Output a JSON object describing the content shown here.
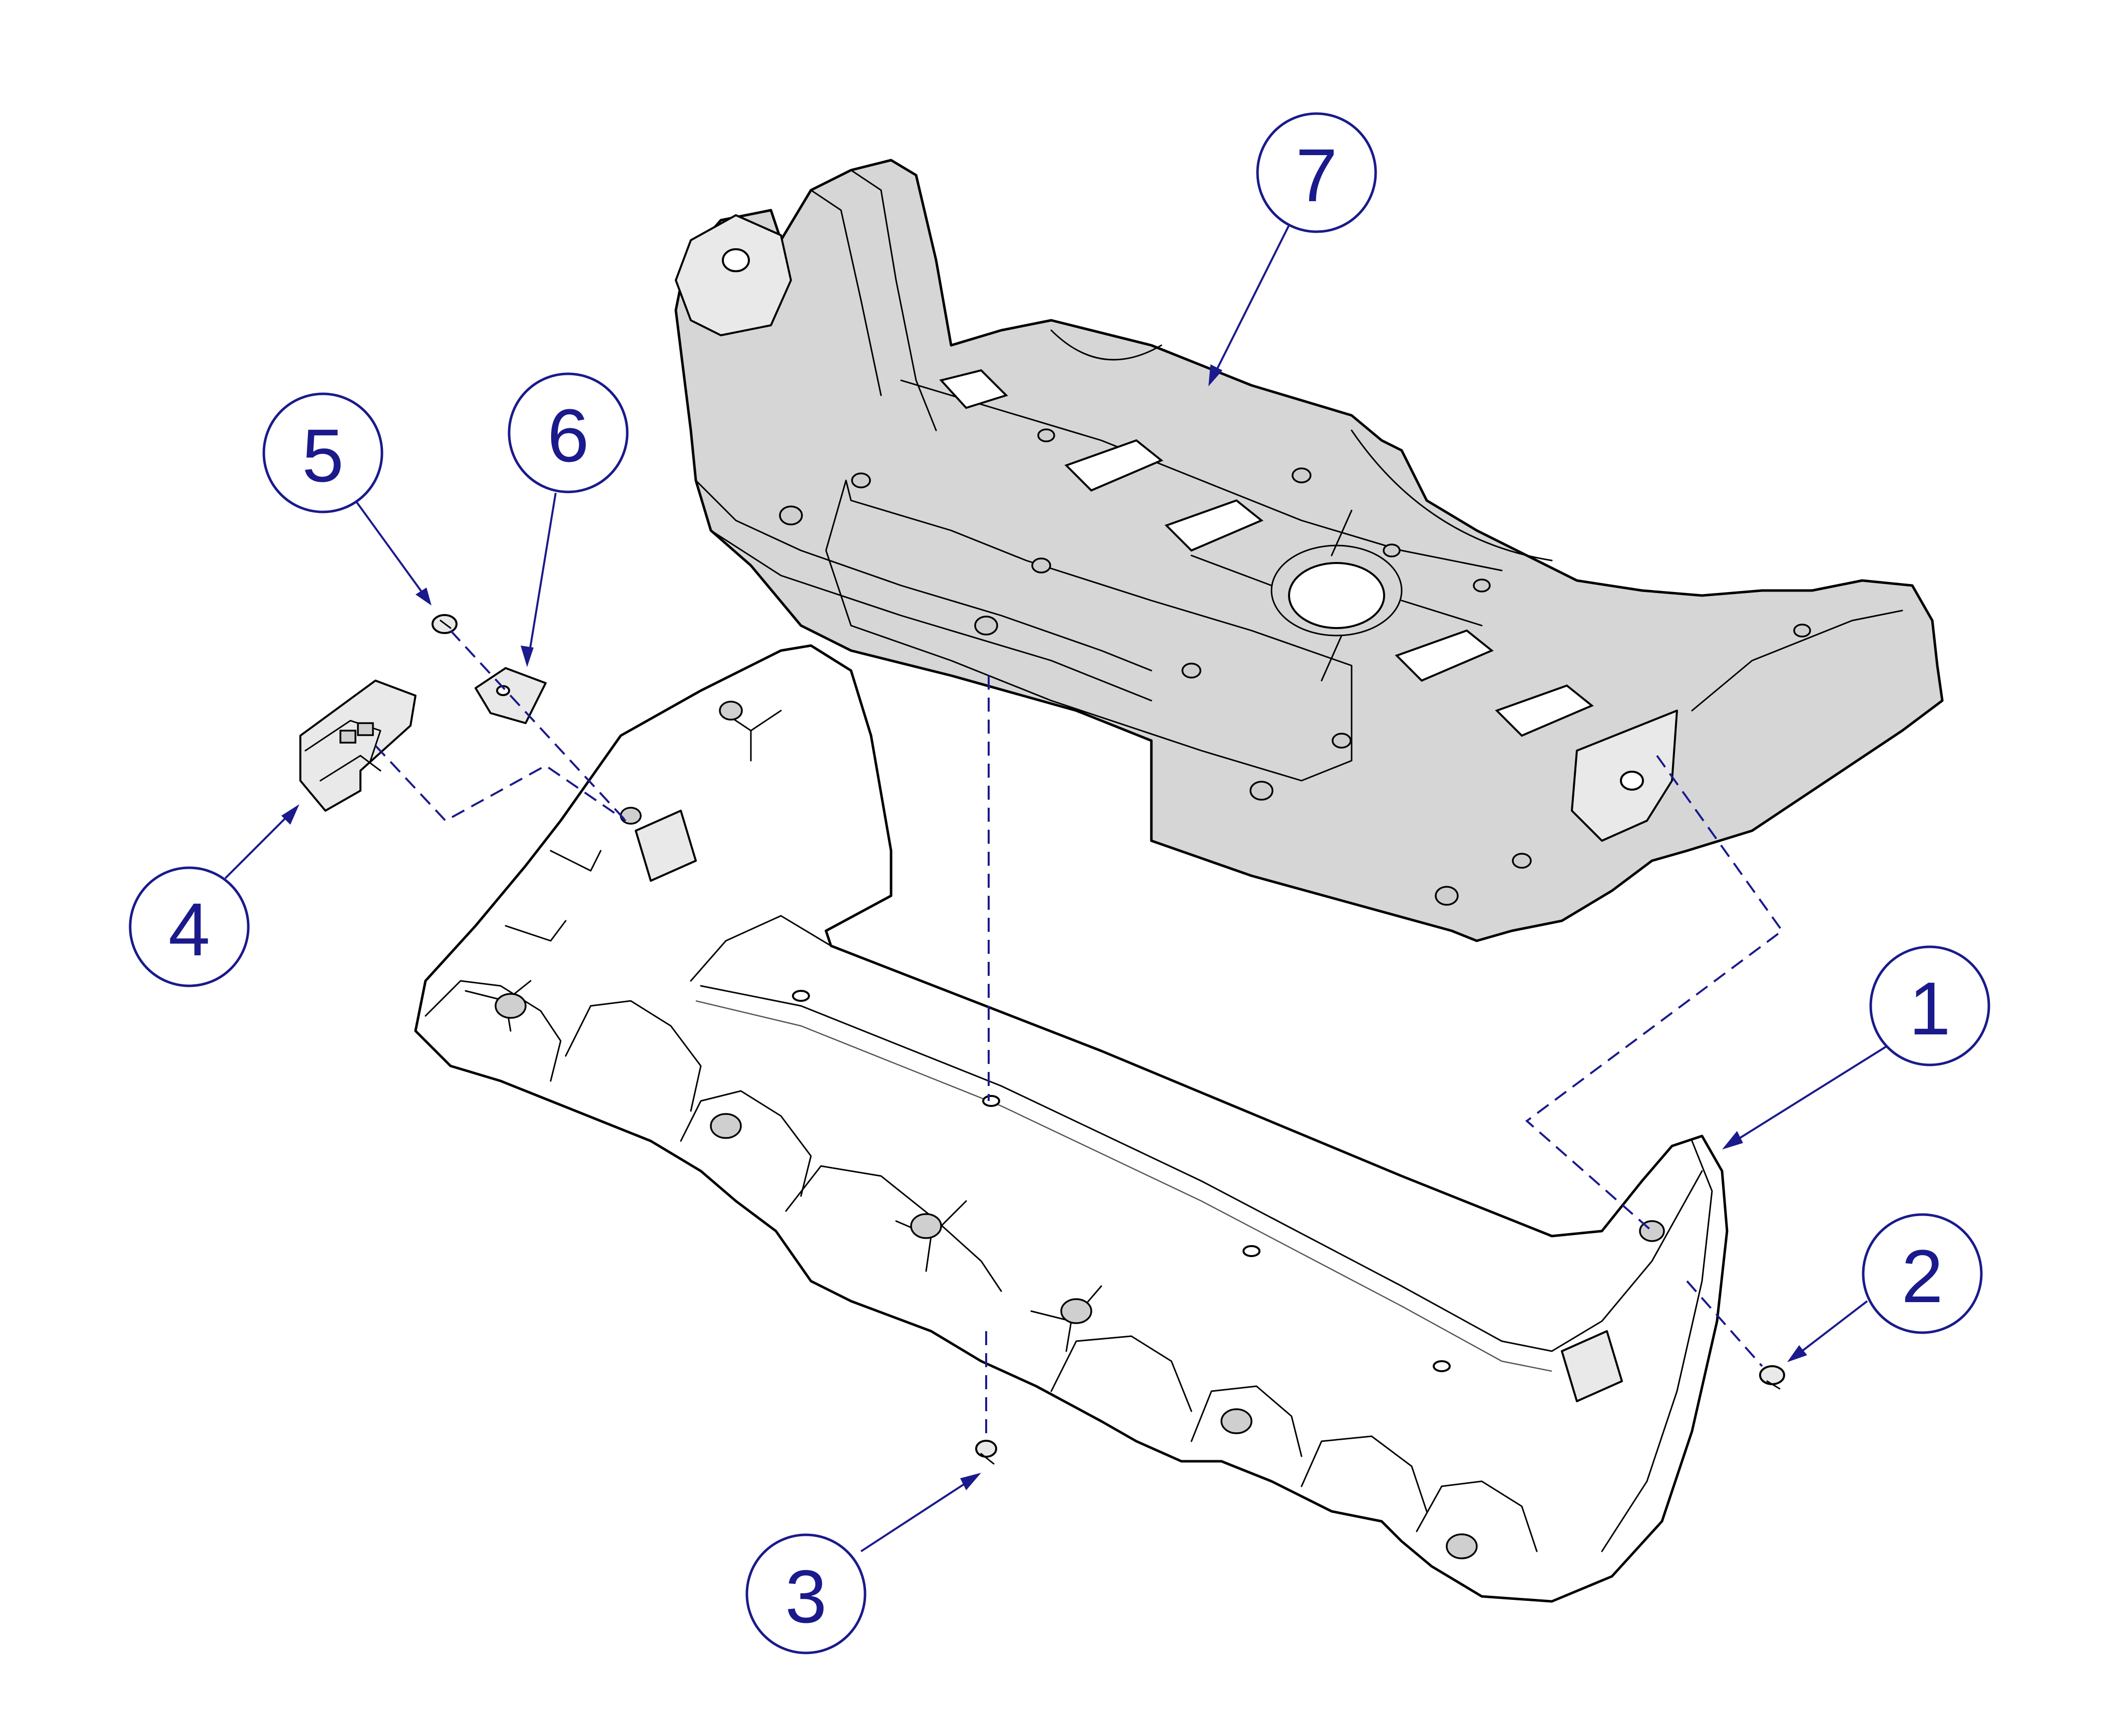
{
  "colors": {
    "callout": "#1a1a8c",
    "part_outline": "#000000",
    "part_shade": "#d6d6d6"
  },
  "callouts": [
    {
      "id": "callout-1",
      "label": "1"
    },
    {
      "id": "callout-2",
      "label": "2"
    },
    {
      "id": "callout-3",
      "label": "3"
    },
    {
      "id": "callout-4",
      "label": "4"
    },
    {
      "id": "callout-5",
      "label": "5"
    },
    {
      "id": "callout-6",
      "label": "6"
    },
    {
      "id": "callout-7",
      "label": "7"
    }
  ]
}
